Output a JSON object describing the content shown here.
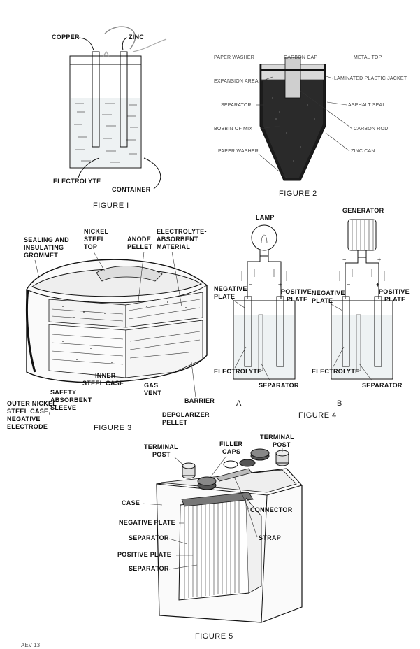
{
  "figure1": {
    "caption": "FIGURE I",
    "labels": {
      "copper": "COPPER",
      "zinc": "ZINC",
      "electrolyte": "ELECTROLYTE",
      "container": "CONTAINER"
    }
  },
  "figure2": {
    "caption": "FIGURE 2",
    "labels": {
      "paper_washer_top": "PAPER WASHER",
      "carbon_cap": "CARBON CAP",
      "metal_top": "METAL TOP",
      "expansion_area": "EXPANSION AREA",
      "laminated_plastic_jacket": "LAMINATED PLASTIC JACKET",
      "separator": "SEPARATOR",
      "asphalt_seal": "ASPHALT SEAL",
      "bobbin_of_mix": "BOBBIN OF MIX",
      "carbon_rod": "CARBON ROD",
      "paper_washer_bottom": "PAPER WASHER",
      "zinc_can": "ZINC CAN"
    }
  },
  "figure3": {
    "caption": "FIGURE 3",
    "labels": {
      "sealing_grommet": [
        "SEALING AND",
        "INSULATING",
        "GROMMET"
      ],
      "nickel_steel_top": [
        "NICKEL",
        "STEEL",
        "TOP"
      ],
      "anode_pellet": [
        "ANODE",
        "PELLET"
      ],
      "electrolyte_material": [
        "ELECTROLYTE-",
        "ABSORBENT",
        "MATERIAL"
      ],
      "inner_steel_case": [
        "INNER",
        "STEEL CASE"
      ],
      "safety_sleeve": [
        "SAFETY",
        "ABSORBENT",
        "SLEEVE"
      ],
      "gas_vent": [
        "GAS",
        "VENT"
      ],
      "outer_case": [
        "OUTER NICKEL",
        "STEEL CASE,",
        "NEGATIVE",
        "ELECTRODE"
      ],
      "barrier": "BARRIER",
      "depolarizer_pellet": [
        "DEPOLARIZER",
        "PELLET"
      ]
    }
  },
  "figure4": {
    "caption": "FIGURE 4",
    "a": {
      "letter": "A",
      "top": "LAMP",
      "negative_plate": [
        "NEGATIVE",
        "PLATE"
      ],
      "positive_plate": [
        "POSITIVE",
        "PLATE"
      ],
      "electrolyte": "ELECTROLYTE",
      "separator": "SEPARATOR"
    },
    "b": {
      "letter": "B",
      "top": "GENERATOR",
      "negative_plate": [
        "NEGATIVE",
        "PLATE"
      ],
      "positive_plate": [
        "POSITIVE",
        "PLATE"
      ],
      "electrolyte": "ELECTROLYTE",
      "separator": "SEPARATOR"
    }
  },
  "figure5": {
    "caption": "FIGURE 5",
    "labels": {
      "terminal_post_left": [
        "TERMINAL",
        "POST"
      ],
      "filler_caps": [
        "FILLER",
        "CAPS"
      ],
      "terminal_post_right": [
        "TERMINAL",
        "POST"
      ],
      "case": "CASE",
      "connector": "CONNECTOR",
      "negative_plate": "NEGATIVE PLATE",
      "strap": "STRAP",
      "separator_1": "SEPARATOR",
      "positive_plate": "POSITIVE PLATE",
      "separator_2": "SEPARATOR"
    }
  },
  "footer": "AEV 13"
}
